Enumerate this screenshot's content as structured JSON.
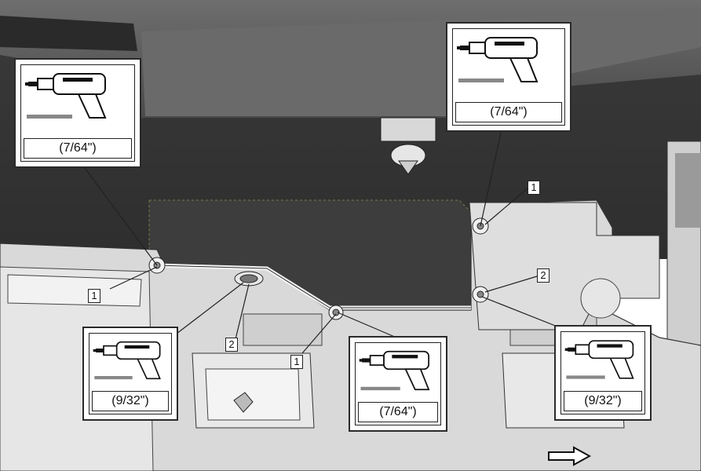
{
  "drill_sizes": {
    "top_left": "(7/64\")",
    "top_right": "(7/64\")",
    "bottom_left": "(9/32\")",
    "bottom_center": "(7/64\")",
    "bottom_right": "(9/32\")"
  },
  "callout_numbers": {
    "left_clip": "1",
    "left_hole": "2",
    "center_clip": "1",
    "right_clip": "1",
    "right_hole": "2"
  },
  "icons": {
    "drill": "drill-icon",
    "direction": "forward-arrow-icon"
  }
}
